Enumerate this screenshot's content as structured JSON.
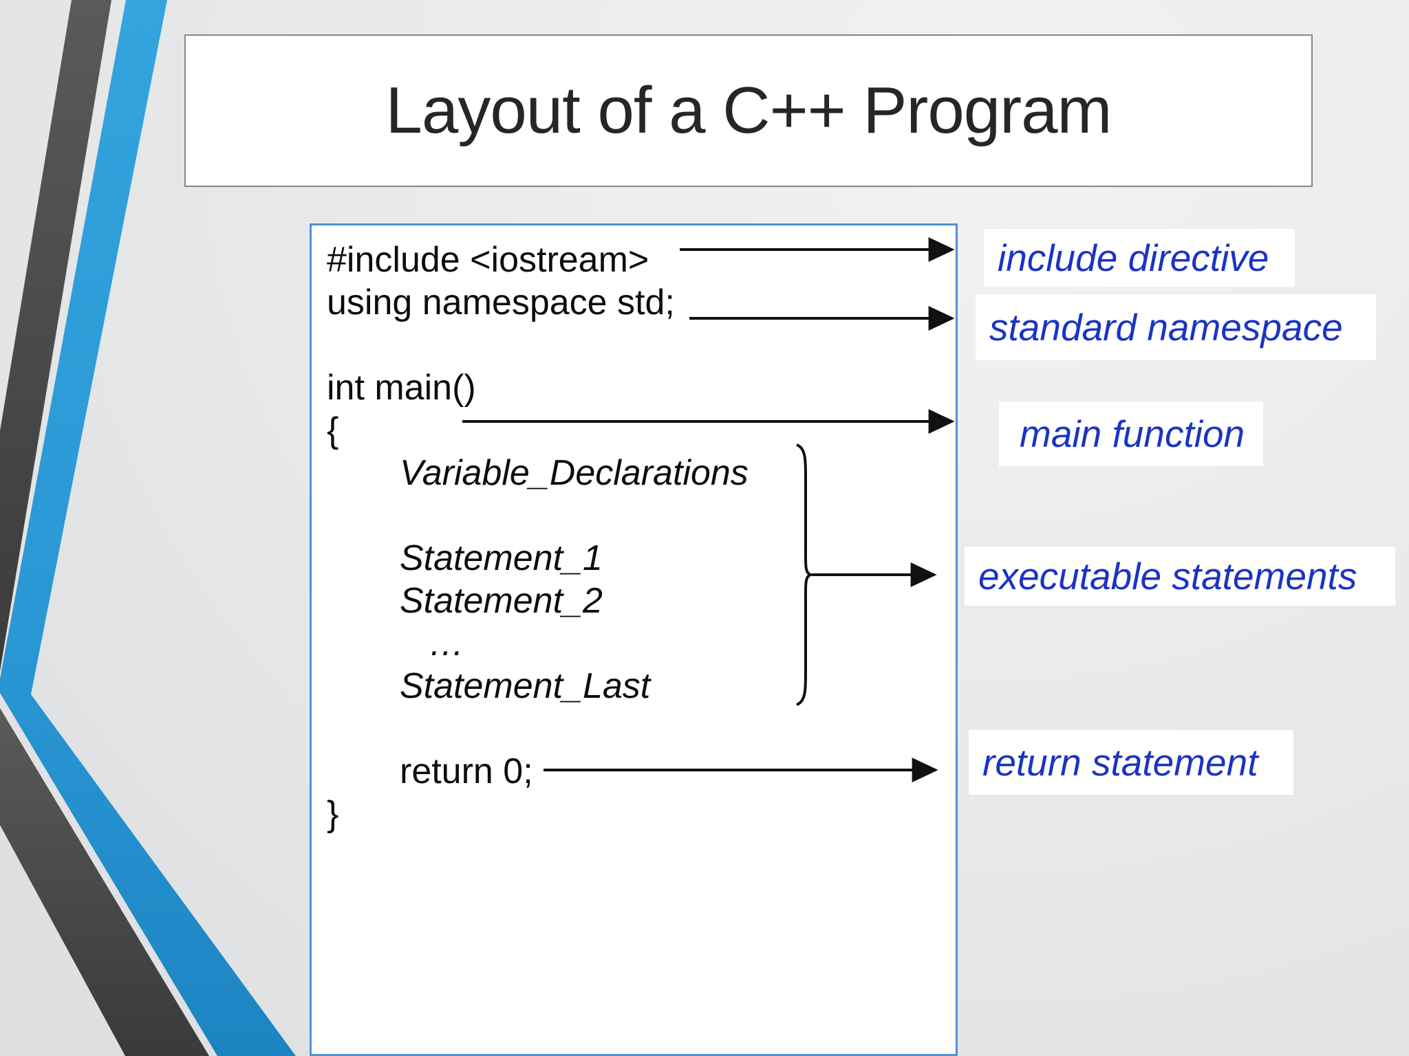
{
  "slide": {
    "title": "Layout of a C++ Program"
  },
  "code_box": {
    "lines": [
      {
        "text": "#include <iostream>"
      },
      {
        "text": "using namespace std;"
      },
      {
        "text": ""
      },
      {
        "text": "int main()"
      },
      {
        "text": "{"
      },
      {
        "text": "Variable_Declarations"
      },
      {
        "text": ""
      },
      {
        "text": "Statement_1"
      },
      {
        "text": "Statement_2"
      },
      {
        "text": "…"
      },
      {
        "text": "Statement_Last"
      },
      {
        "text": ""
      },
      {
        "text": "return 0;"
      },
      {
        "text": "}"
      }
    ]
  },
  "annotations": [
    {
      "label": "include directive"
    },
    {
      "label": "standard namespace"
    },
    {
      "label": "main function"
    },
    {
      "label": "executable statements"
    },
    {
      "label": "return statement"
    }
  ],
  "colors": {
    "label_blue": "#1b33c4",
    "code_border_blue": "#4f92d6",
    "stripe_blue_top": "#33a4de",
    "stripe_blue_bottom": "#1d84c2",
    "stripe_gray_top": "#5a5a5a",
    "stripe_gray_bottom": "#3a3a3a",
    "background_gray": "#e9eaeb",
    "arrow_black": "#111111",
    "title_border_gray": "#848688"
  }
}
